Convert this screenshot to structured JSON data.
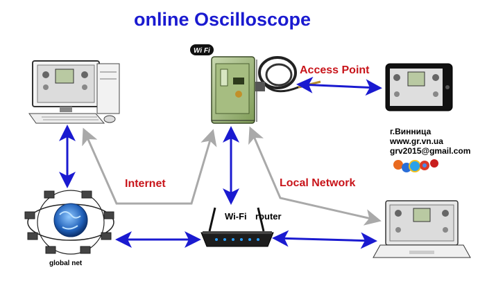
{
  "title": "online Oscilloscope",
  "labels": {
    "access_point": "Access Point",
    "internet": "Internet",
    "local_network": "Local Network",
    "router_part1": "Wi-Fi",
    "router_part2": "router",
    "global_net": "global net",
    "wifi_badge": "Wi Fi"
  },
  "contact": {
    "city": "г.Винница",
    "website": "www.gr.vn.ua",
    "email": "grv2015@gmail.com"
  },
  "colors": {
    "title": "#1a1ad0",
    "arrow_blue": "#1a1ad0",
    "arrow_gray": "#a9a9a9",
    "label_red": "#c8141a",
    "device_green": "#6a8a3a"
  },
  "icons": [
    "desktop-computer-icon",
    "oscilloscope-device-icon",
    "tablet-icon",
    "laptop-icon",
    "router-icon",
    "globe-network-icon",
    "wifi-badge-icon",
    "browser-logos-icon"
  ]
}
